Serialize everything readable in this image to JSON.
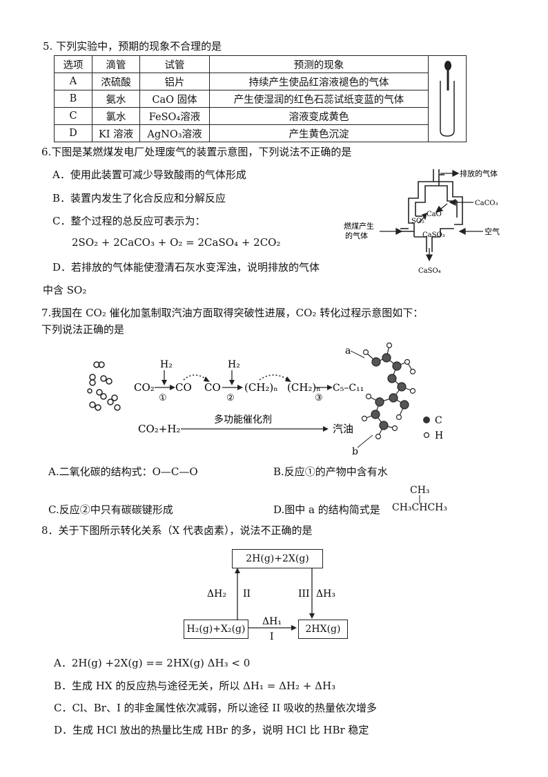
{
  "q5": {
    "stem": "5. 下列实验中，预期的现象不合理的是",
    "headers": [
      "选项",
      "滴管",
      "试管",
      "预测的现象"
    ],
    "rows": [
      [
        "A",
        "浓硫酸",
        "铝片",
        "持续产生使品红溶液褪色的气体"
      ],
      [
        "B",
        "氨水",
        "CaO 固体",
        "产生使湿润的红色石蕊试纸变蓝的气体"
      ],
      [
        "C",
        "氯水",
        "FeSO₄溶液",
        "溶液变成黄色"
      ],
      [
        "D",
        "KI 溶液",
        "AgNO₃溶液",
        "产生黄色沉淀"
      ]
    ]
  },
  "q6": {
    "stem": "6.下图是某燃煤发电厂处理废气的装置示意图，下列说法不正确的是",
    "opt_a": "A．使用此装置可减少导致酸雨的气体形成",
    "opt_b": "B．装置内发生了化合反应和分解反应",
    "opt_c": "C．整个过程的总反应可表示为：",
    "equation": "2SO₂ + 2CaCO₃ + O₂ = 2CaSO₄ + 2CO₂",
    "opt_d": "D．若排放的气体能使澄清石灰水变浑浊，说明排放的气体",
    "opt_d2": "中含 SO₂",
    "diagram": {
      "exhaust": "排放的气体",
      "caco3": "CaCO₃",
      "cao": "CaO",
      "so2": "SO₂",
      "caso3": "CaSO₃",
      "coal_gas1": "燃煤产生",
      "coal_gas2": "的气体",
      "air": "空气",
      "caso4": "CaSO₄"
    }
  },
  "q7": {
    "stem1": "7.我国在 CO₂ 催化加氢制取汽油方面取得突破性进展，CO₂ 转化过程示意图如下：",
    "stem2": "下列说法正确的是",
    "diagram": {
      "h2_1": "H₂",
      "h2_2": "H₂",
      "co2": "CO₂",
      "co_1": "CO",
      "co_2": "CO",
      "ch2n_1": "(CH₂)ₙ",
      "ch2n_2": "(CH₂)ₙ",
      "c5c11": "C₅–C₁₁",
      "step1": "①",
      "step2": "②",
      "step3": "③",
      "overall_left": "CO₂+H₂",
      "catalyst": "多功能催化剂",
      "gasoline": "汽油",
      "label_a": "a",
      "label_b": "b",
      "legend_c": "C",
      "legend_h": "H"
    },
    "opt_a": "A.二氧化碳的结构式：O—C—O",
    "opt_b": "B.反应①的产物中含有水",
    "opt_c": "C.反应②中只有碳碳键形成",
    "opt_d": "D.图中 a 的结构简式是",
    "ch3": "CH₃",
    "formula": "CH₃CHCH₃"
  },
  "q8": {
    "stem": "8．关于下图所示转化关系（X 代表卤素），说法不正确的是",
    "diagram": {
      "top": "2H(g)+2X(g)",
      "left": "H₂(g)+X₂(g)",
      "right": "2HX(g)",
      "dh1": "ΔH₁",
      "dh2": "ΔH₂",
      "dh3": "ΔH₃",
      "path1": "I",
      "path2": "II",
      "path3": "III"
    },
    "opt_a": "A．2H(g) +2X(g) == 2HX(g)    ΔH₃ < 0",
    "opt_b": "B．生成 HX 的反应热与途径无关，所以 ΔH₁ = ΔH₂ + ΔH₃",
    "opt_c": "C．Cl、Br、I 的非金属性依次减弱，所以途径 II 吸收的热量依次增多",
    "opt_d": "D．生成 HCl 放出的热量比生成 HBr 的多，说明 HCl 比 HBr 稳定"
  }
}
